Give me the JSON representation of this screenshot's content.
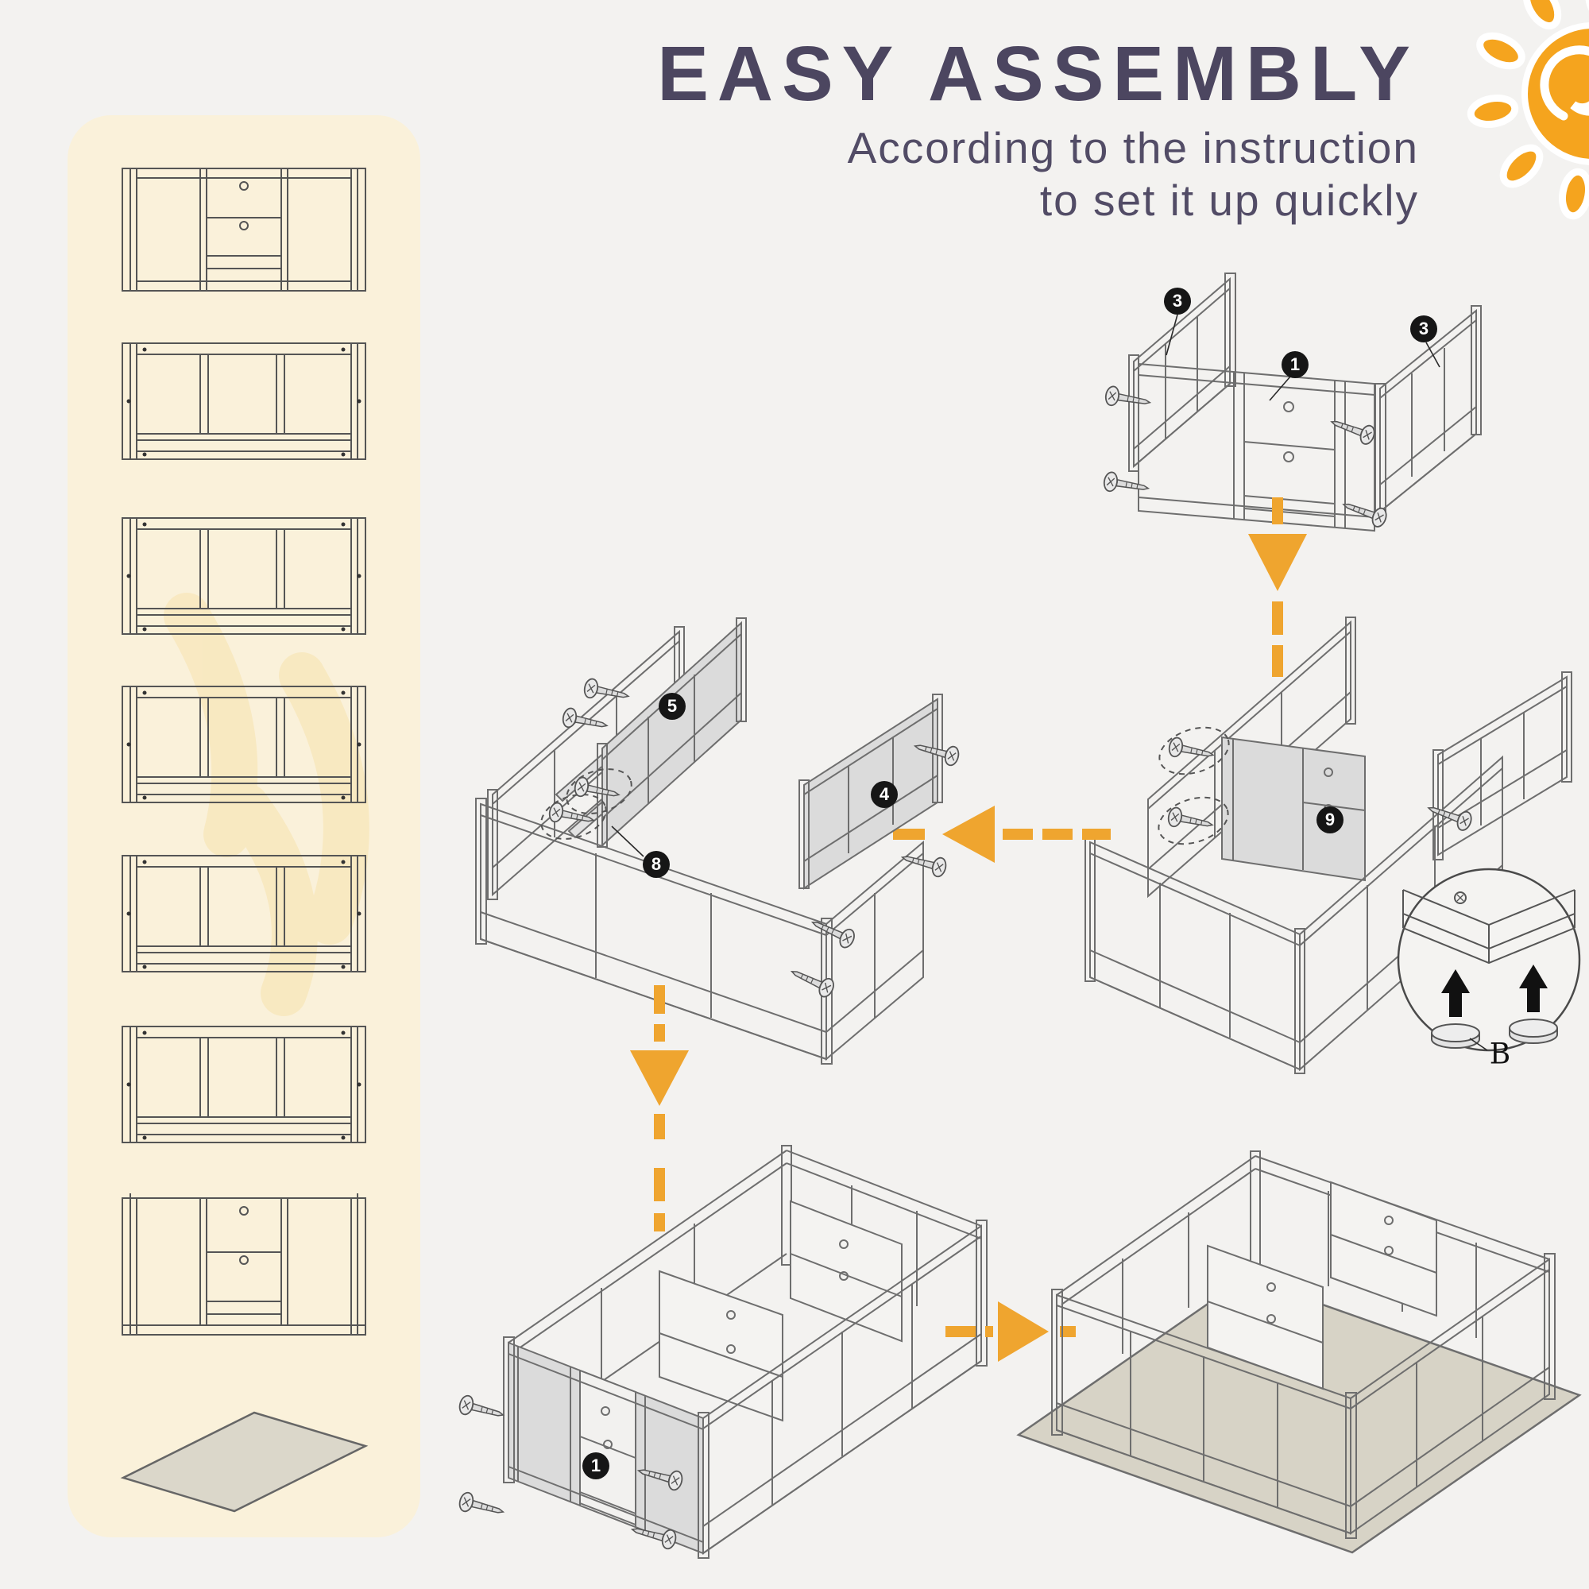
{
  "header": {
    "title": "EASY ASSEMBLY",
    "subtitle_line1": "According to the instruction",
    "subtitle_line2": "to set it up quickly"
  },
  "colors": {
    "background": "#F3F2F0",
    "sidebar_cream": "#FAF1DA",
    "accent_orange": "#EFA52F",
    "title_color": "#4C4660",
    "badge_background": "#161616",
    "badge_text": "#FFFFFF",
    "line_gray": "#6E6E6E",
    "shaded_panel": "#DBDBDB",
    "mat_gray": "#D7D3C6"
  },
  "decorations": {
    "sun_icon": "spiral-sun",
    "watermark": "soft-orange-swirls"
  },
  "sidebar": {
    "parts": [
      {
        "name": "door-panel"
      },
      {
        "name": "fence-panel"
      },
      {
        "name": "fence-panel"
      },
      {
        "name": "fence-panel"
      },
      {
        "name": "fence-panel"
      },
      {
        "name": "fence-panel"
      },
      {
        "name": "door-panel-tall"
      },
      {
        "name": "floor-mat"
      }
    ]
  },
  "steps": {
    "step1": {
      "badge_side_left": "3",
      "badge_front_panel": "1",
      "badge_side_right": "3",
      "arrow_to_next": "down"
    },
    "step2": {
      "badge_divider": "9",
      "inset_label": "B",
      "arrow_to_next": "left"
    },
    "step3": {
      "badge_back_panel": "5",
      "badge_right_panel": "4",
      "badge_screws": "8",
      "arrow_to_next": "down"
    },
    "step4": {
      "badge_door_panel": "1",
      "arrow_to_next": "right"
    },
    "step5": {
      "description": "assembled-pen-on-mat"
    }
  }
}
